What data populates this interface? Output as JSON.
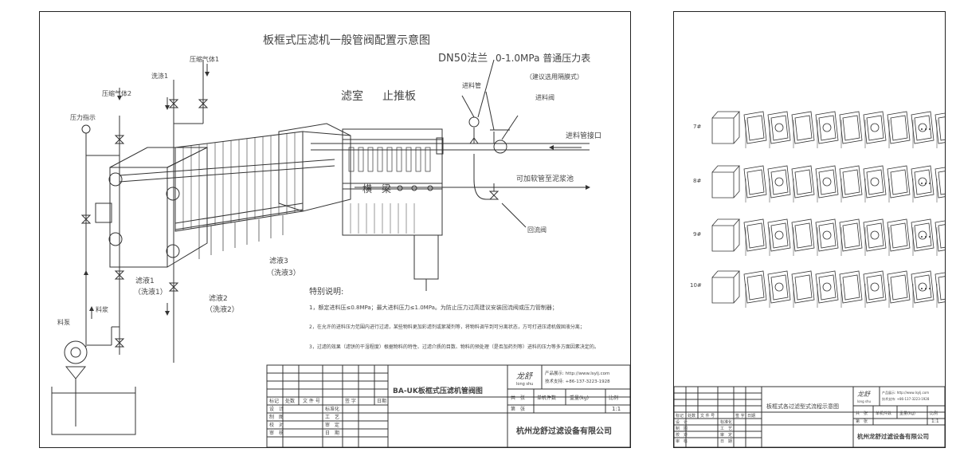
{
  "left": {
    "title": "板框式压滤机一般管阀配置示意图",
    "labels": {
      "pressure_gauge_left": "压力指示",
      "compressed_air_2": "压缩气体2",
      "filtrate_1_top": "洗涤1",
      "compressed_air_1": "压缩气体1",
      "filter_chamber": "滤室",
      "pushing_plate": "止推板",
      "flange": "DN50法兰",
      "pressure_gauge": "0-1.0MPa 普通压力表",
      "gauge_note": "（建议选用隔膜式）",
      "feed_pipe": "进料管",
      "feed_valve": "进料阀",
      "feed_inlet": "进料管接口",
      "beam": "横　梁",
      "hose_note": "可加软管至泥浆池",
      "return_valve": "回流阀",
      "filtrate_1": "滤液1",
      "filtrate_1_wash": "（洗液1）",
      "filtrate_2": "滤液2",
      "filtrate_2_wash": "（洗液2）",
      "filtrate_3": "滤液3",
      "filtrate_3_wash": "（洗液3）",
      "feed_material": "料浆",
      "feed_pump": "料泵"
    },
    "notes_title": "特别说明:",
    "notes": [
      "1，额定进料压≤0.8MPa；最大进料压力≤1.0MPa。为防止压力过高建议安装回流阀或压力管制器；",
      "2，在允许的进料压力范围内进行过滤，某些物料更加彩滤剂或絮凝剂等，将物料调节到可分离状态，方可打进压滤机做固液分离；",
      "3，过滤的效果（滤饼的干湿程度）根据物料的特性、过滤介质的目数、物料的预处理（是否加药剂等）进料的压力等多方面因素决定的。"
    ],
    "title_block": {
      "drawing_name": "BA-UK板框式压滤机管阀图",
      "company": "杭州龙舒过滤设备有限公司",
      "logo_text": "龙舒",
      "logo_pinyin": "long shu",
      "website": "产品展示: http://www.lsylj.com",
      "phone": "技术支持: +86-137-3223-1928",
      "header_cells": [
        "标记",
        "处数",
        "文 件 号",
        "签 字",
        "日期"
      ],
      "rows": [
        [
          "设　计",
          "标准化"
        ],
        [
          "制　图",
          "工　艺"
        ],
        [
          "校　对",
          "审　定"
        ],
        [
          "审　核",
          "日　期"
        ]
      ],
      "mid_headers": [
        "共　张",
        "单机件数",
        "重量(kg)",
        "比例"
      ],
      "sheet_label": "第　张",
      "scale": "1:1"
    }
  },
  "right": {
    "row_labels": [
      "7#",
      "8#",
      "9#",
      "10#"
    ],
    "title_block": {
      "drawing_name": "板框式各过滤型式流程示意图",
      "company": "杭州龙舒过滤设备有限公司",
      "logo_text": "龙舒",
      "logo_pinyin": "long shu",
      "website": "产品展示: http://www.lsylj.com",
      "phone": "技术支持: +86-137-3223-1928",
      "header_cells": [
        "标记",
        "处数",
        "文 件 号",
        "签 字",
        "日期"
      ],
      "rows": [
        [
          "设　计",
          "标准化"
        ],
        [
          "制　图",
          "工　艺"
        ],
        [
          "校　对",
          "审　定"
        ],
        [
          "审　核",
          "日　期"
        ]
      ],
      "mid_headers": [
        "共　张",
        "单机件数",
        "重量(kg)",
        "比例"
      ],
      "sheet_label": "第　张",
      "scale": "1:1"
    }
  },
  "colors": {
    "line": "#333333",
    "text": "#444444"
  }
}
